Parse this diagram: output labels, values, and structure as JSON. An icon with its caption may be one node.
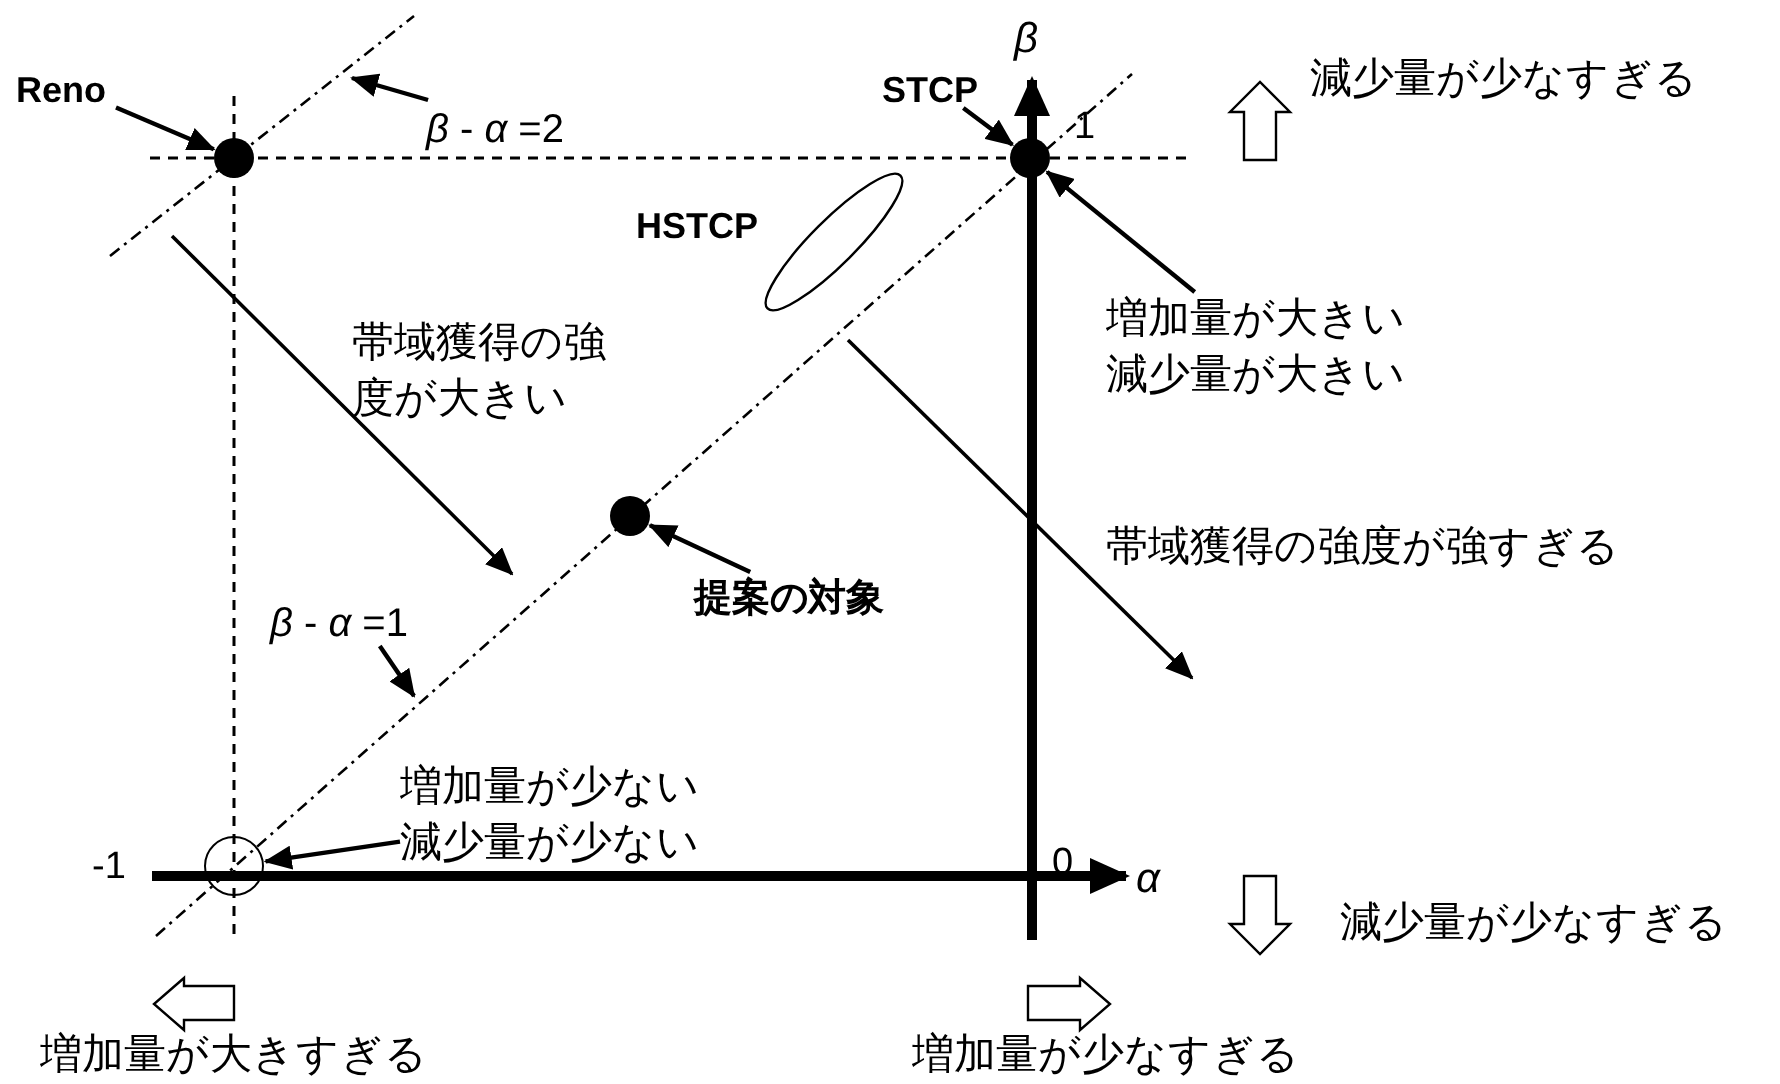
{
  "diagram": {
    "nodes": [
      {
        "text": [
          "Reno"
        ]
      },
      {
        "text": [],
        "shape": "circle"
      },
      {
        "text": [
          "STCP"
        ]
      },
      {
        "text": [],
        "shape": "circle"
      },
      {
        "text": [],
        "shape": "ellipse",
        "beside": [
          "HSTCP"
        ]
      },
      {
        "text": [],
        "shape": "circle"
      },
      {
        "text": [
          "提案の対象"
        ]
      },
      {
        "text": [
          "増加量が大きい減少量が大きい"
        ]
      },
      {
        "text": [
          "増加量が少ない減少量が少ない"
        ]
      },
      {
        "text": [],
        "shape": "circle"
      },
      {
        "text": [
          "*β* - *α* =2"
        ]
      },
      {
        "text": [
          "*β* - *α* =1"
        ]
      }
    ],
    "edges": [
      {
        "from": 0,
        "to": 1,
        "arrow": "to"
      },
      {
        "from": 2,
        "to": 3,
        "arrow": "to"
      },
      {
        "from": 6,
        "to": 5,
        "arrow": "to"
      },
      {
        "from": 7,
        "to": 3,
        "arrow": "to"
      },
      {
        "from": 8,
        "to": 9,
        "arrow": "to"
      },
      {
        "from": 10,
        "to": null,
        "arrow": "to"
      },
      {
        "from": 11,
        "to": null,
        "arrow": "to"
      }
    ],
    "labels": [
      "β",
      "1",
      "減少量が少なすぎる",
      "帯域獲得の強度が大きい",
      "帯域獲得の強度が強すぎる",
      "-1",
      "0",
      "α",
      "減少量が少なすぎる",
      "増加量が大きすぎる",
      "増加量が少なすぎる"
    ]
  }
}
